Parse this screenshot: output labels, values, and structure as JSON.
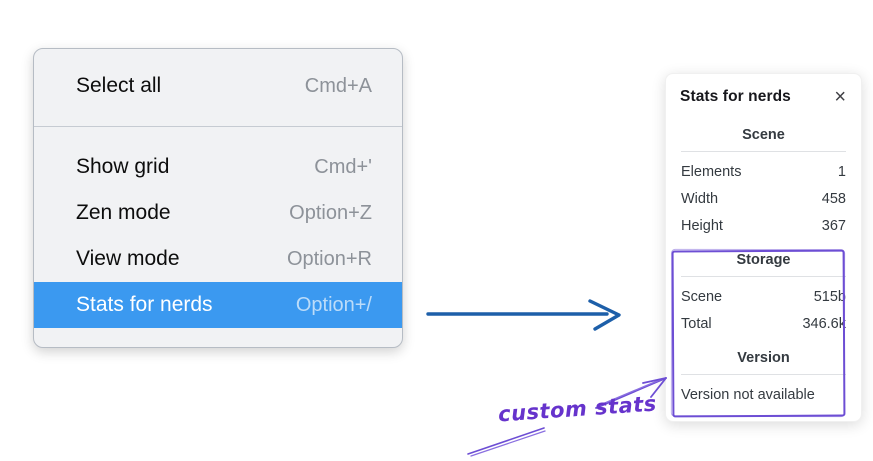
{
  "menu": {
    "items": [
      {
        "label": "Select all",
        "shortcut": "Cmd+A"
      },
      {
        "label": "Show grid",
        "shortcut": "Cmd+'"
      },
      {
        "label": "Zen mode",
        "shortcut": "Option+Z"
      },
      {
        "label": "View mode",
        "shortcut": "Option+R"
      },
      {
        "label": "Stats for nerds",
        "shortcut": "Option+/",
        "highlighted": true
      }
    ],
    "highlight_color": "#3b99f0"
  },
  "panel": {
    "title": "Stats for nerds",
    "close_icon": "×",
    "sections": [
      {
        "heading": "Scene",
        "rows": [
          {
            "label": "Elements",
            "value": "1"
          },
          {
            "label": "Width",
            "value": "458"
          },
          {
            "label": "Height",
            "value": "367"
          }
        ]
      },
      {
        "heading": "Storage",
        "rows": [
          {
            "label": "Scene",
            "value": "515b"
          },
          {
            "label": "Total",
            "value": "346.6k"
          }
        ]
      },
      {
        "heading": "Version",
        "note": "Version not available"
      }
    ]
  },
  "annotations": {
    "label": "custom stats",
    "purple_color": "#6d4ed4",
    "blue_arrow_color": "#1d5fa9"
  }
}
